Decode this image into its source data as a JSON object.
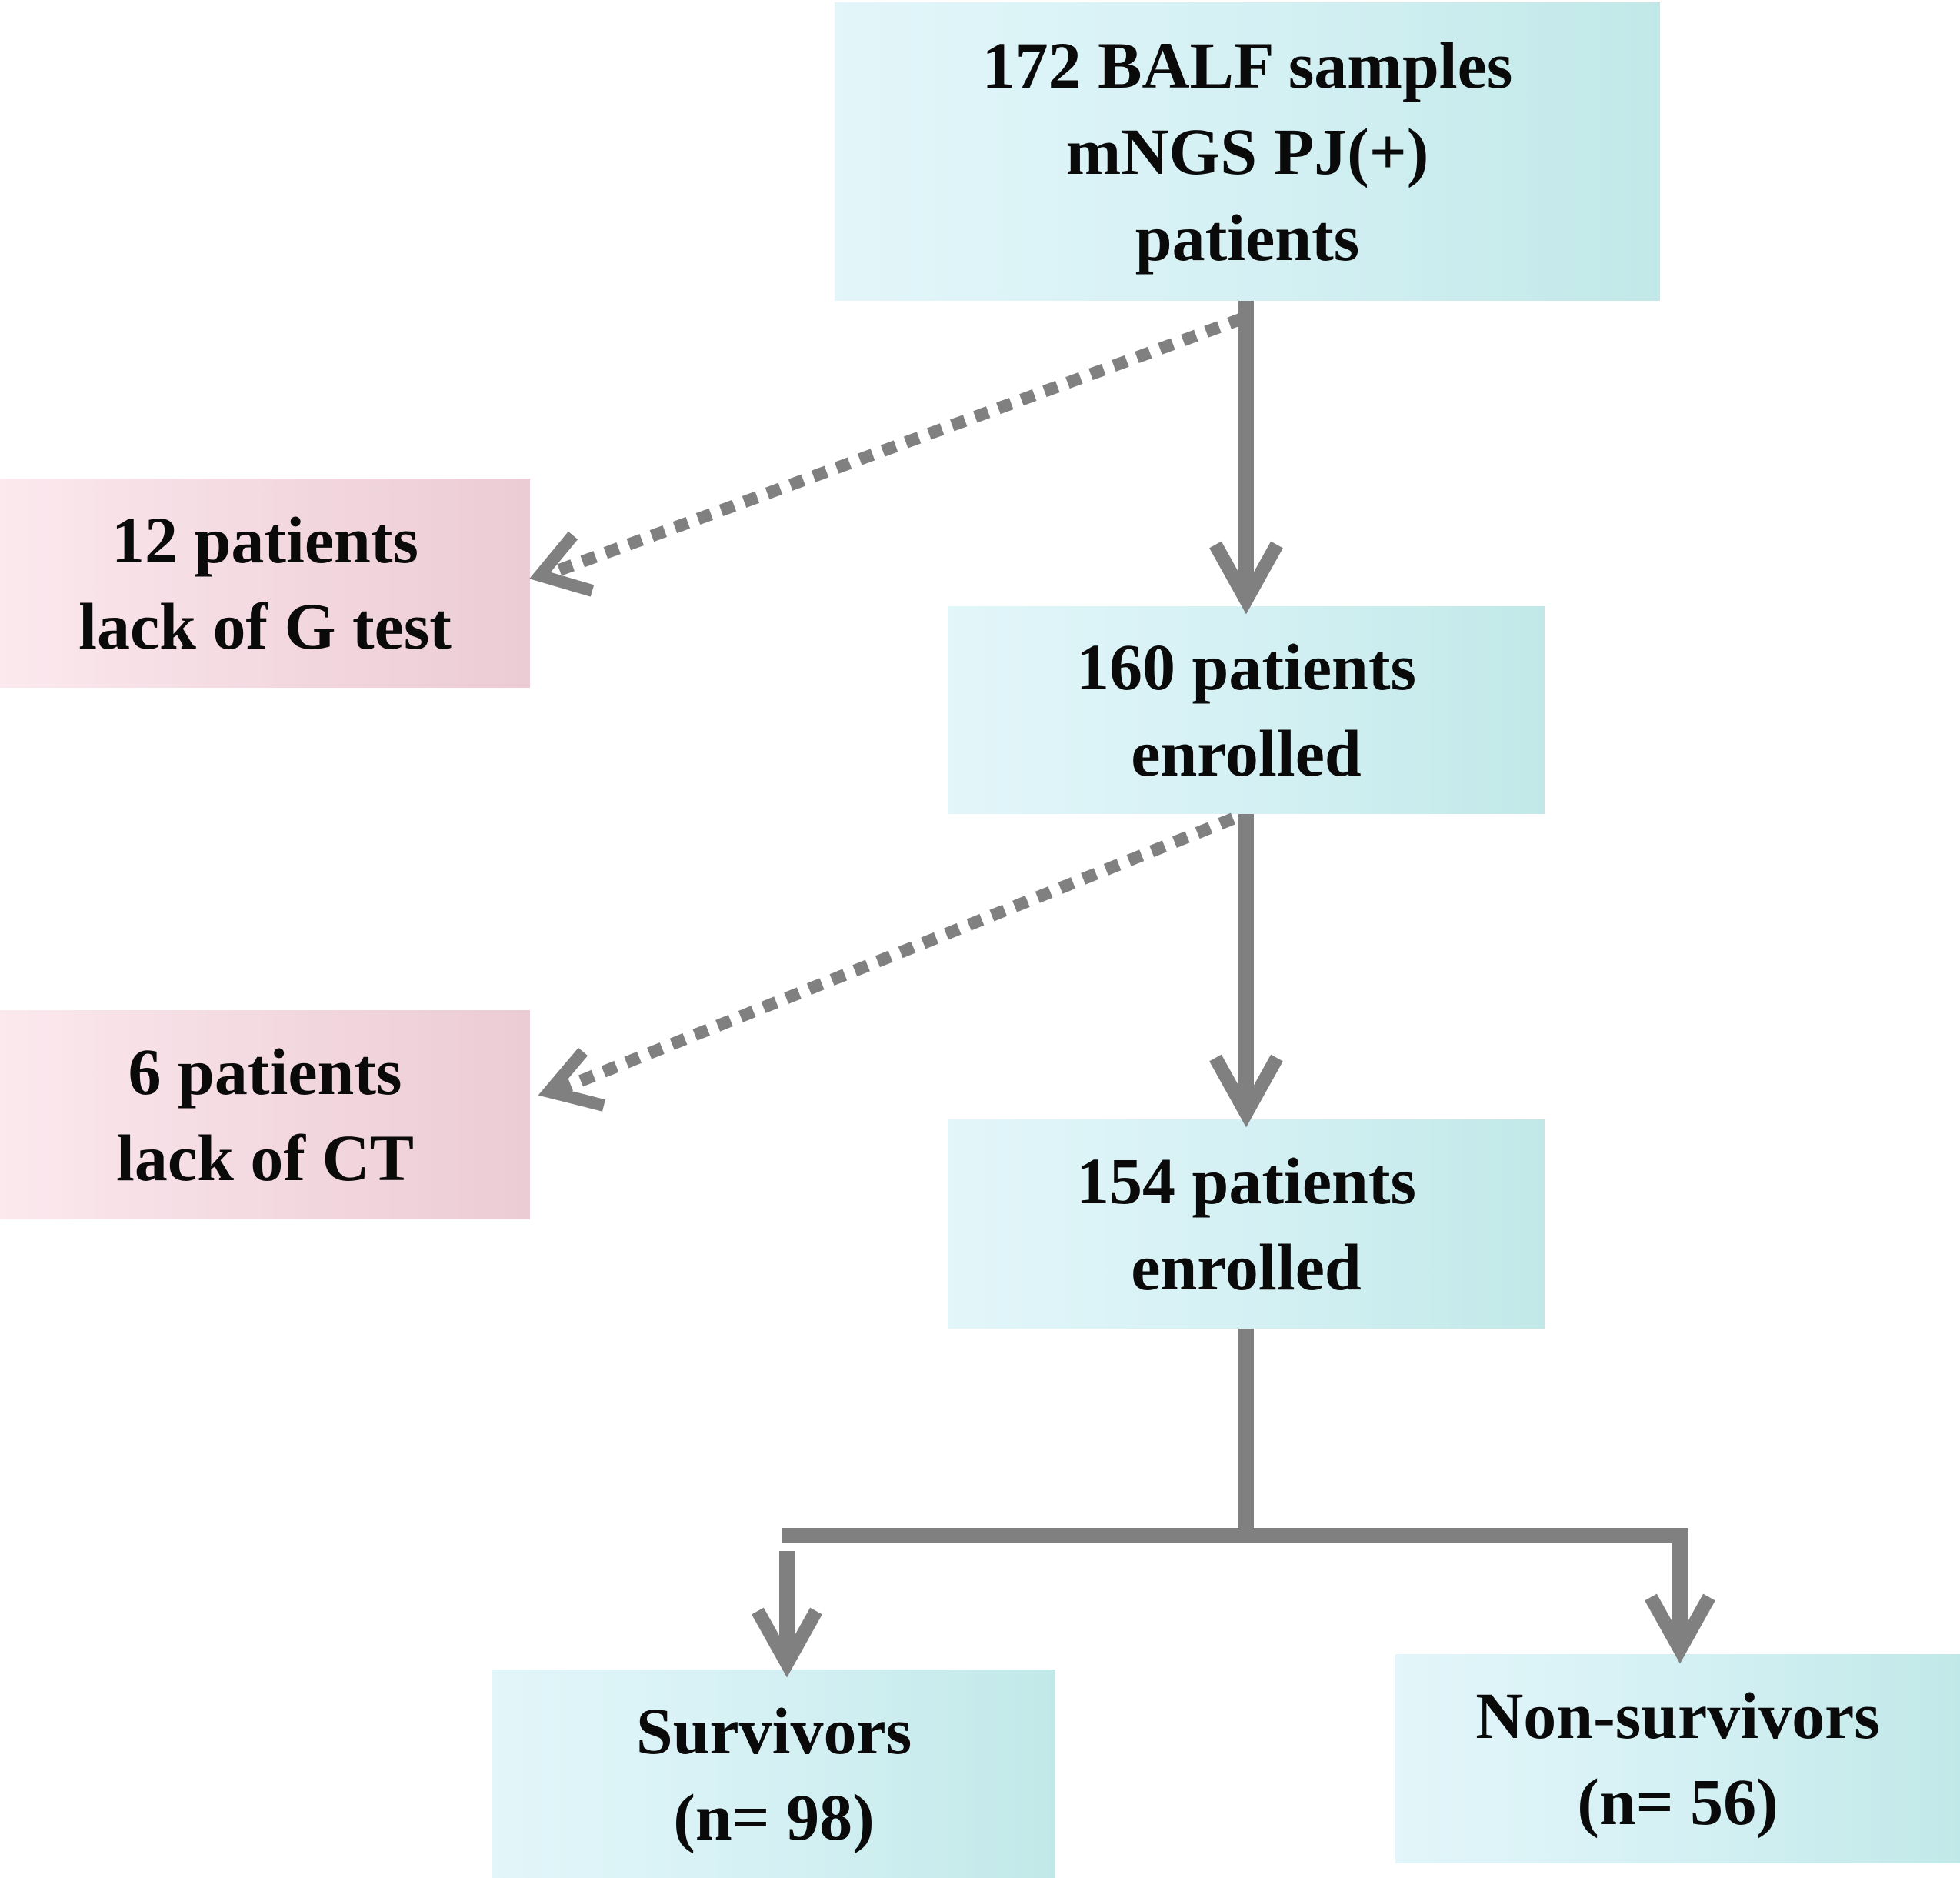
{
  "flowchart": {
    "start": {
      "lines": [
        "172 BALF samples",
        "mNGS PJ(+)",
        "patients"
      ]
    },
    "step1": {
      "lines": [
        "160 patients",
        "enrolled"
      ]
    },
    "step2": {
      "lines": [
        "154 patients",
        "enrolled"
      ]
    },
    "exclusion1": {
      "lines": [
        "12 patients",
        "lack of G test"
      ]
    },
    "exclusion2": {
      "lines": [
        "6 patients",
        "lack of CT"
      ]
    },
    "outcome_survivors": {
      "lines": [
        "Survivors",
        "(n= 98)"
      ]
    },
    "outcome_nonsurvivors": {
      "lines": [
        "Non-survivors",
        "(n= 56)"
      ]
    }
  },
  "colors": {
    "main_box": "#d3f0f3",
    "exclusion_box": "#f2d6de",
    "arrow": "#808080"
  }
}
